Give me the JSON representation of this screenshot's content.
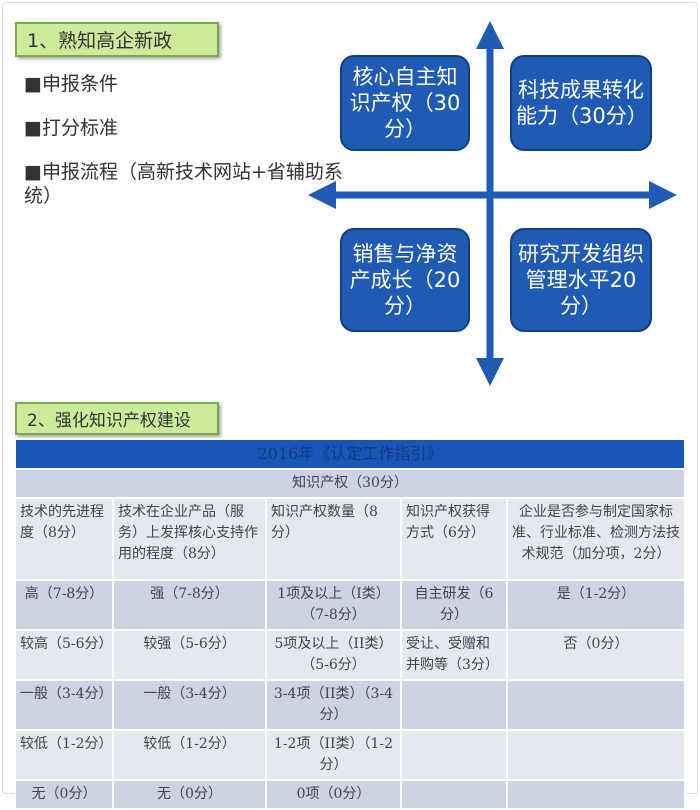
{
  "section1": {
    "title": "1、熟知高企新政",
    "bullets": [
      "■申报条件",
      "■打分标准",
      "■申报流程（高新技术网站+省辅助系统）"
    ]
  },
  "quadrants": [
    "核心自主知识产权（30分）",
    "科技成果转化能力（30分）",
    "销售与净资产成长（20分）",
    "研究开发组织管理水平20分）"
  ],
  "section2": {
    "title": "2、强化知识产权建设"
  },
  "table": {
    "title": "2016年《认定工作指引》",
    "subtitle": "知识产权（30分）",
    "headers": [
      "技术的先进程度（8分）",
      "技术在企业产品（服务）上发挥核心支持作用的程度（8分）",
      "知识产权数量（8分）",
      "知识产权获得方式（6分）",
      "企业是否参与制定国家标准、行业标准、检测方法技术规范（加分项，2分）"
    ],
    "rows": [
      [
        "高（7-8分）",
        "强（7-8分）",
        "1项及以上（I类）（7-8分）",
        "自主研发（6分）",
        "是（1-2分）"
      ],
      [
        "较高（5-6分）",
        "较强（5-6分）",
        "5项及以上（II类）（5-6分）",
        "受让、受赠和并购等（3分）",
        "否（0分）"
      ],
      [
        "一般（3-4分）",
        "一般（3-4分）",
        "3-4项（II类）（3-4分）",
        "",
        ""
      ],
      [
        "较低（1-2分）",
        "较低（1-2分）",
        "1-2项（II类）（1-2分）",
        "",
        ""
      ],
      [
        "无（0分）",
        "无（0分）",
        "0项（0分）",
        "",
        ""
      ]
    ]
  }
}
